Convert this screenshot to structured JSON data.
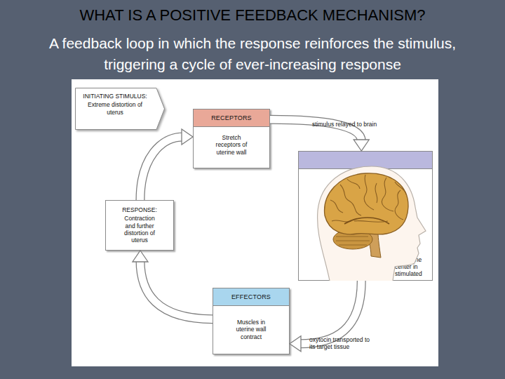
{
  "diagram": {
    "title": "WHAT IS A POSITIVE FEEDBACK MECHANISM?",
    "nodes": [
      {
        "text": [
          "INITIATING STIMULUS:",
          "Extreme distortion of uterus"
        ]
      },
      {
        "text": [
          "RECEPTORS",
          "Stretch receptors of uterine wall"
        ]
      },
      {
        "text": [
          "Endocrine center in stimulated"
        ]
      },
      {
        "text": [
          "RESPONSE:",
          "Contraction and further distortion of uterus"
        ]
      },
      {
        "text": [
          "EFFECTORS",
          "Muscles in uterine wall contract"
        ]
      }
    ],
    "edges": [
      {
        "from": 1,
        "to": 2,
        "label": "stimulus relayed to brain",
        "arrow": "to"
      },
      {
        "from": 2,
        "to": 4,
        "label": "oxytocin transported to its target tissue",
        "arrow": "to"
      },
      {
        "from": 4,
        "to": 3,
        "arrow": "to"
      },
      {
        "from": 3,
        "to": 1,
        "arrow": "to"
      }
    ],
    "labels": [
      "A feedback loop in which the response reinforces the stimulus, triggering a cycle of ever-increasing response"
    ]
  }
}
